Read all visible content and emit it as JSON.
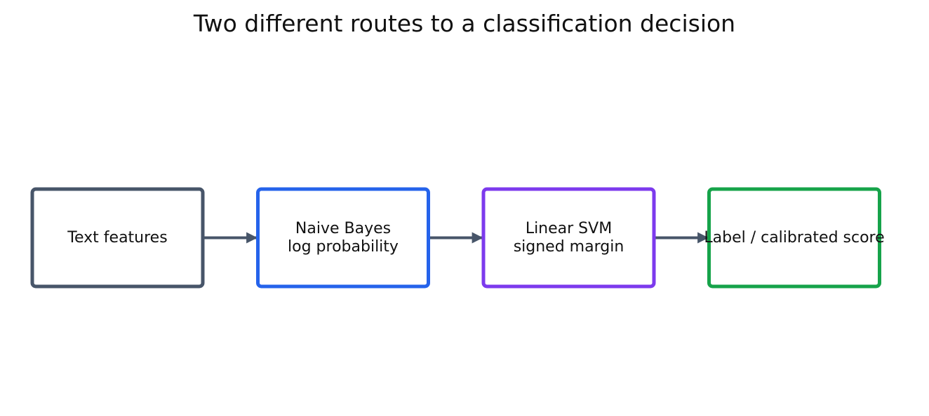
{
  "diagram": {
    "title": "Two different routes to a classification decision",
    "nodes": [
      {
        "id": "text-features",
        "lines": [
          "Text features"
        ],
        "color": "#475569"
      },
      {
        "id": "naive-bayes",
        "lines": [
          "Naive Bayes",
          "log probability"
        ],
        "color": "#2563eb"
      },
      {
        "id": "linear-svm",
        "lines": [
          "Linear SVM",
          "signed margin"
        ],
        "color": "#7c3aed"
      },
      {
        "id": "label-score",
        "lines": [
          "Label / calibrated score"
        ],
        "color": "#16a34a"
      }
    ],
    "edges": [
      {
        "from": "text-features",
        "to": "naive-bayes"
      },
      {
        "from": "naive-bayes",
        "to": "linear-svm"
      },
      {
        "from": "linear-svm",
        "to": "label-score"
      }
    ],
    "edge_color": "#475569"
  }
}
